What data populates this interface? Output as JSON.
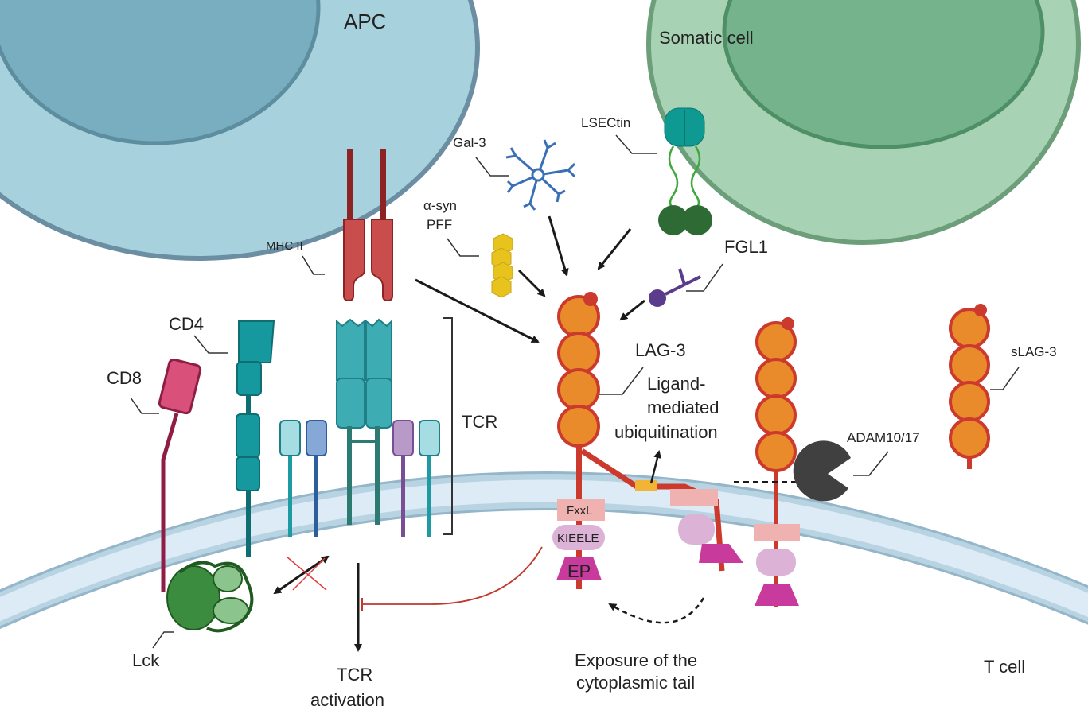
{
  "cells": {
    "apc": "APC",
    "somatic": "Somatic cell",
    "tcell": "T cell"
  },
  "molecules": {
    "mhc2": "MHC II",
    "cd4": "CD4",
    "cd8": "CD8",
    "lck": "Lck",
    "tcr": "TCR",
    "gal3": "Gal-3",
    "asyn_line1": "α-syn",
    "asyn_line2": "PFF",
    "lsectin": "LSECtin",
    "fgl1": "FGL1",
    "lag3": "LAG-3",
    "slag3": "sLAG-3",
    "adam": "ADAM10/17"
  },
  "motifs": {
    "fxxl": "FxxL",
    "kieele": "KIEELE",
    "ep": "EP"
  },
  "annotations": {
    "ubiq_line1": "Ligand-",
    "ubiq_line2": "mediated",
    "ubiq_line3": "ubiquitination",
    "exposure_line1": "Exposure of the",
    "exposure_line2": "cytoplasmic tail",
    "tcr_act_line1": "TCR",
    "tcr_act_line2": "activation"
  },
  "colors": {
    "apc_outer": "#a7d1dc",
    "apc_inner": "#78aebf",
    "somatic_outer": "#a8d2b4",
    "somatic_inner": "#74b38c",
    "membrane": "#b4d6ea",
    "lag3_orange": "#e98a2b",
    "lag3_red": "#cc3a2d",
    "mhc_red": "#c94d4d",
    "teal": "#15999e",
    "lck_green": "#3b8c3e",
    "ep_magenta": "#c83b9c",
    "gal3_blue": "#3a6fb5",
    "fgl1_purple": "#5a3b8c",
    "asyn_yellow": "#e8c31e",
    "adam_grey": "#404040"
  }
}
